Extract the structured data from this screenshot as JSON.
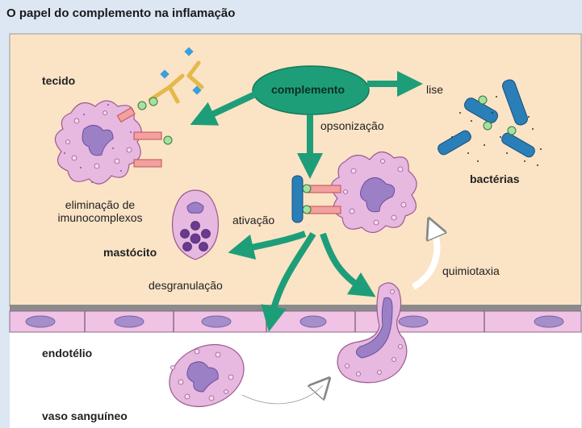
{
  "title": "O papel do complemento na inflamação",
  "labels": {
    "tecido": "tecido",
    "complemento": "complemento",
    "lise": "lise",
    "opsonizacao": "opsonização",
    "bacterias": "bactérias",
    "eliminacao_line1": "eliminação de",
    "eliminacao_line2": "imunocomplexos",
    "ativacao": "ativação",
    "mastocito": "mastócito",
    "desgranulacao": "desgranulação",
    "quimiotaxia": "quimiotaxia",
    "endotelio": "endotélio",
    "vaso_sanguineo": "vaso sanguíneo"
  },
  "colors": {
    "background": "#dde6f3",
    "tissue": "#fbe3c6",
    "complement": "#1e9e78",
    "arrow": "#1e9e78",
    "cell": "#e7b8e0",
    "nucleus": "#9c80c6",
    "bacteria": "#2a7fb8",
    "endothelium": "#f0c3e5"
  }
}
